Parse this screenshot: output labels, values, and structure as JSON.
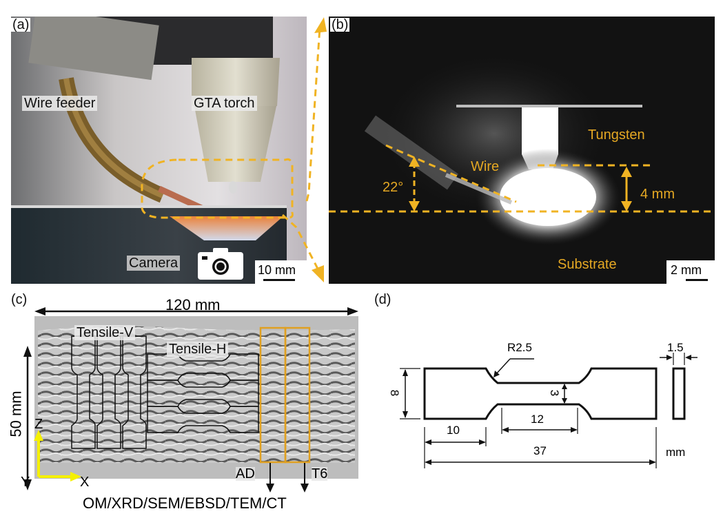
{
  "figure": {
    "panels": {
      "a": {
        "label": "(a)",
        "annotations": {
          "wire_feeder": "Wire feeder",
          "gta_torch": "GTA torch",
          "camera": "Camera"
        },
        "camera_icon": "camera-icon",
        "scale_bar": "10 mm"
      },
      "b": {
        "label": "(b)",
        "annotations": {
          "tungsten": "Tungsten",
          "wire": "Wire",
          "angle": "22°",
          "height": "4 mm",
          "substrate": "Substrate"
        },
        "scale_bar": "2 mm"
      },
      "c": {
        "label": "(c)",
        "width_dim": "120 mm",
        "height_dim": "50 mm",
        "tensile_v": "Tensile-V",
        "tensile_h": "Tensile-H",
        "sample_ad": "AD",
        "sample_t6": "T6",
        "characterization": "OM/XRD/SEM/EBSD/TEM/CT",
        "axes": {
          "z": "Z",
          "y": "Y",
          "x": "X"
        }
      },
      "d": {
        "label": "(d)",
        "radius": "R2.5",
        "thickness": "1.5",
        "grip_width": "8",
        "gauge_width": "3",
        "gauge_length": "12",
        "grip_length": "10",
        "total_length": "37",
        "unit": "mm"
      }
    },
    "colors": {
      "accent_orange": "#f0b323",
      "axis_yellow": "#f5f000",
      "sample_box": "#e0a020"
    }
  }
}
